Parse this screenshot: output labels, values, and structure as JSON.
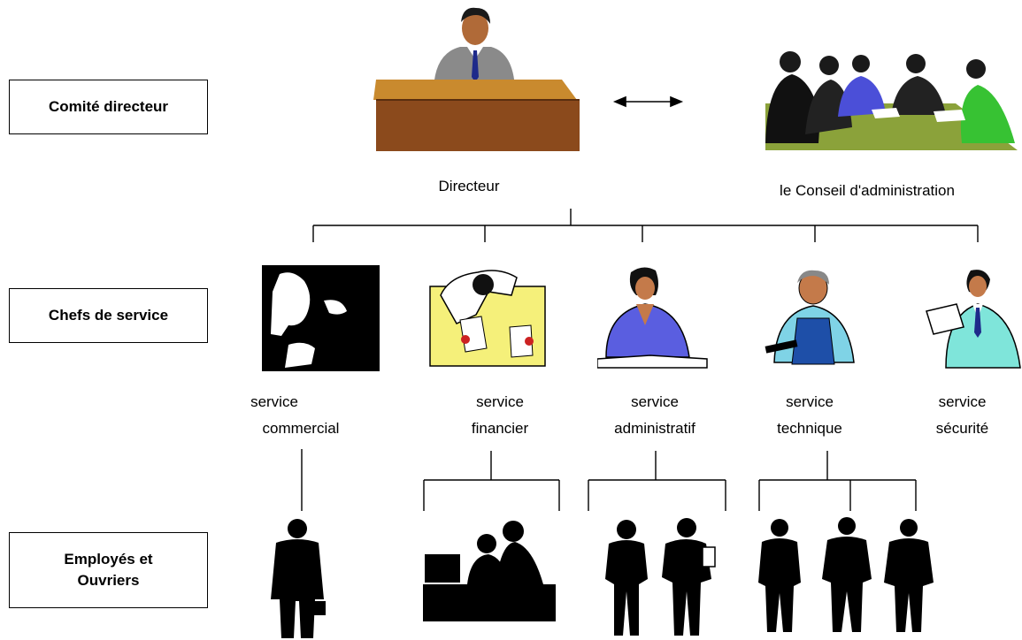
{
  "levels": {
    "top": "Comité directeur",
    "middle": "Chefs de service",
    "bottom_line1": "Employés et",
    "bottom_line2": "Ouvriers"
  },
  "top_figures": {
    "director": "Directeur",
    "board": "le Conseil d'administration"
  },
  "services": [
    {
      "line1": "service",
      "line2": "commercial"
    },
    {
      "line1": "service",
      "line2": "financier"
    },
    {
      "line1": "service",
      "line2": "administratif"
    },
    {
      "line1": "service",
      "line2": "technique"
    },
    {
      "line1": "service",
      "line2": "sécurité"
    }
  ],
  "colors": {
    "desk": "#8B4A1C",
    "desk_top": "#C98A2E",
    "board_table": "#8BA23A",
    "financial_desk": "#F5F07A",
    "admin_suit": "#5A5EE0",
    "tech_shirt": "#7FD3E6",
    "security_suit": "#7FE5DA"
  }
}
